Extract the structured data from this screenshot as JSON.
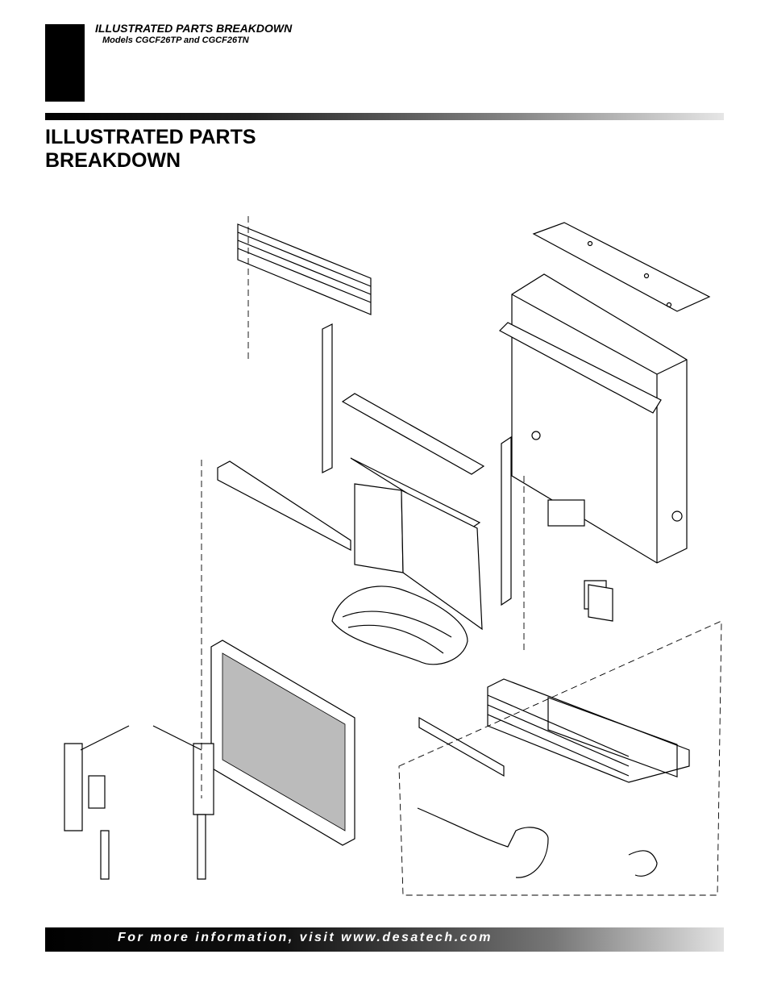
{
  "header": {
    "section_label": "ILLUSTRATED PARTS BREAKDOWN",
    "models_line": "Models CGCF26TP and CGCF26TN"
  },
  "page": {
    "title_line1": "ILLUSTRATED PARTS",
    "title_line2": "BREAKDOWN"
  },
  "footer": {
    "text": "For more information, visit www.desatech.com"
  }
}
